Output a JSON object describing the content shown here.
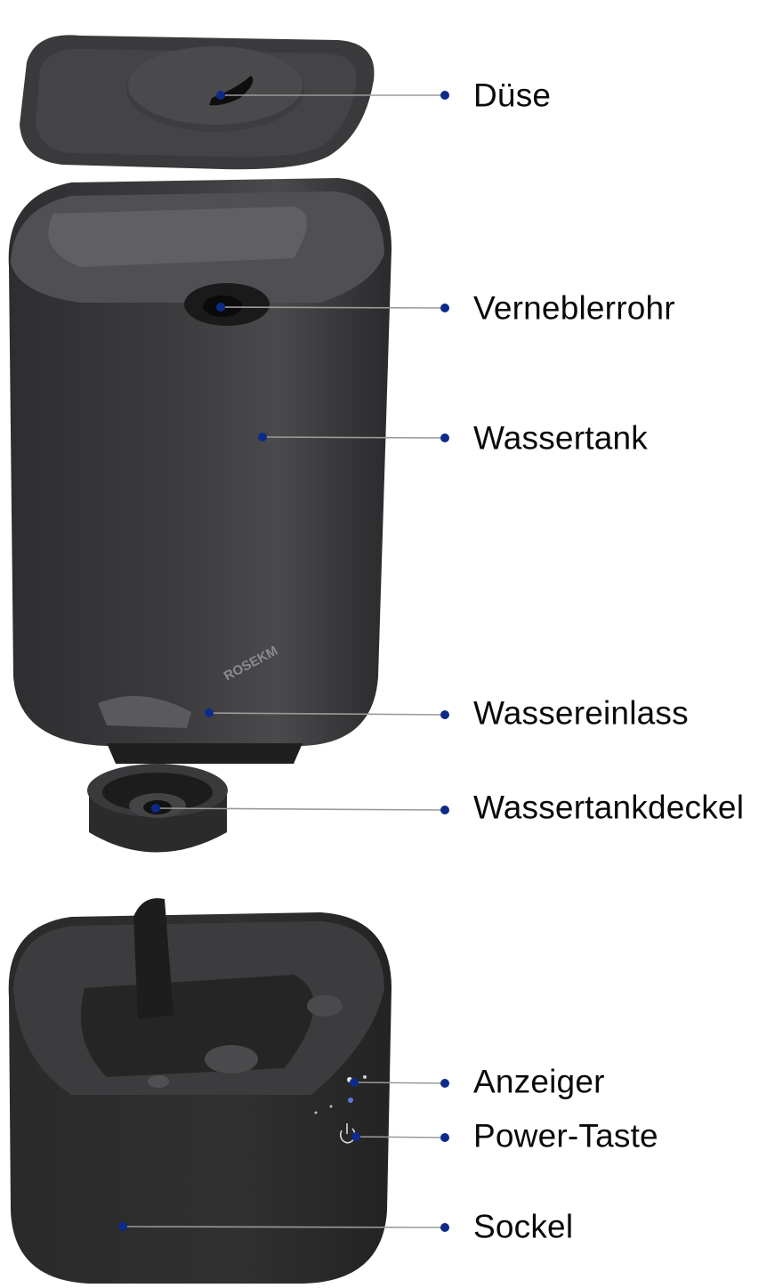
{
  "diagram": {
    "brand_mark": "ROSEKM",
    "accent_color": "#0d2a8a",
    "labels": [
      {
        "id": "duese",
        "text": "Düse"
      },
      {
        "id": "verneblerrohr",
        "text": "Verneblerrohr"
      },
      {
        "id": "wassertank",
        "text": "Wassertank"
      },
      {
        "id": "wassereinlass",
        "text": "Wassereinlass"
      },
      {
        "id": "wassertankdeckel",
        "text": "Wassertankdeckel"
      },
      {
        "id": "anzeiger",
        "text": "Anzeiger"
      },
      {
        "id": "power-taste",
        "text": "Power-Taste"
      },
      {
        "id": "sockel",
        "text": "Sockel"
      }
    ]
  }
}
